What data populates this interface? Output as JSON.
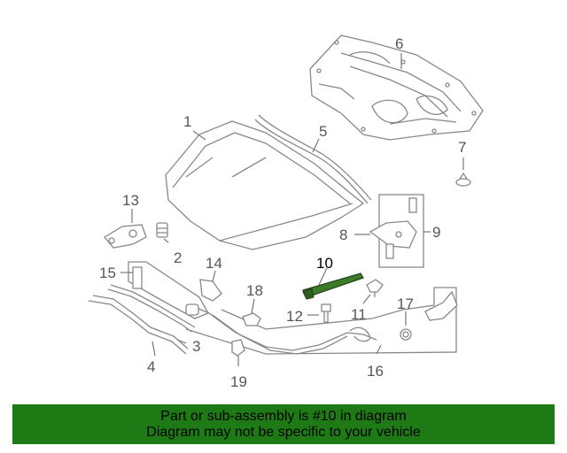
{
  "colors": {
    "banner_background": "#1e7a14",
    "highlight_part": "#3d7a2a",
    "part_stroke": "#888888",
    "callout_text": "#555555"
  },
  "callouts": [
    {
      "id": "1",
      "label": "1"
    },
    {
      "id": "2",
      "label": "2"
    },
    {
      "id": "3",
      "label": "3"
    },
    {
      "id": "4",
      "label": "4"
    },
    {
      "id": "5",
      "label": "5"
    },
    {
      "id": "6",
      "label": "6"
    },
    {
      "id": "7",
      "label": "7"
    },
    {
      "id": "8",
      "label": "8"
    },
    {
      "id": "9",
      "label": "9"
    },
    {
      "id": "10",
      "label": "10"
    },
    {
      "id": "11",
      "label": "11"
    },
    {
      "id": "12",
      "label": "12"
    },
    {
      "id": "13",
      "label": "13"
    },
    {
      "id": "14",
      "label": "14"
    },
    {
      "id": "15",
      "label": "15"
    },
    {
      "id": "16",
      "label": "16"
    },
    {
      "id": "17",
      "label": "17"
    },
    {
      "id": "18",
      "label": "18"
    },
    {
      "id": "19",
      "label": "19"
    }
  ],
  "banner": {
    "line1": "Part or sub-assembly is #10 in diagram",
    "line2": "Diagram may not be specific to your vehicle"
  }
}
